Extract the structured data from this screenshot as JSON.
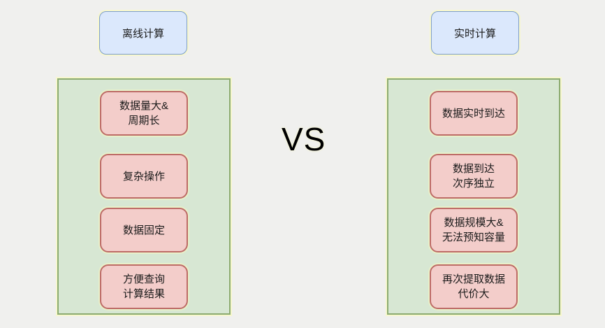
{
  "page": {
    "background": "#f0f0ee"
  },
  "vs_label": "VS",
  "colors": {
    "page_bg": "#f0f0ee",
    "header_fill": "#dbe8fc",
    "header_border": "#7e9ec9",
    "panel_fill": "#d7e7d3",
    "panel_border": "#8cab70",
    "item_fill": "#f3cdca",
    "item_border": "#bd6b66",
    "text": "#1a1a1a",
    "halo": "#fdfdc8"
  },
  "left_column": {
    "header": "离线计算",
    "items": [
      "数据量大&\n周期长",
      "复杂操作",
      "数据固定",
      "方便查询\n计算结果"
    ]
  },
  "right_column": {
    "header": "实时计算",
    "items": [
      "数据实时到达",
      "数据到达\n次序独立",
      "数据规模大&\n无法预知容量",
      "再次提取数据\n代价大"
    ]
  }
}
